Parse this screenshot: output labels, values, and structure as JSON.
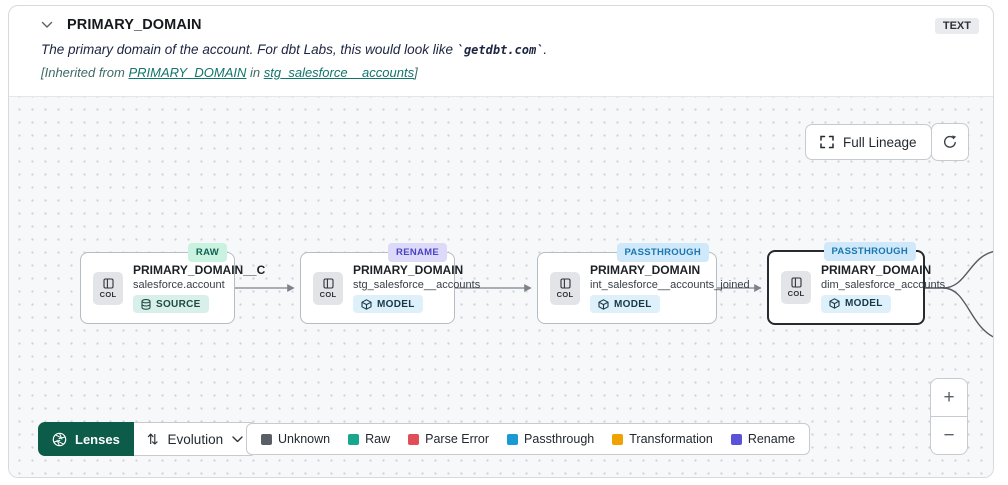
{
  "header": {
    "title": "PRIMARY_DOMAIN",
    "type_badge": "TEXT"
  },
  "description": {
    "text_before": "The primary domain of the account. For dbt Labs, this would look like ",
    "code": "`getdbt.com`",
    "text_after": "."
  },
  "inherited": {
    "prefix": "[Inherited from ",
    "column_link": "PRIMARY_DOMAIN",
    "middle": " in ",
    "model_link": "stg_salesforce__accounts",
    "suffix": "]"
  },
  "toolbar": {
    "full_lineage_label": "Full Lineage"
  },
  "canvas": {
    "nodes": [
      {
        "title": "PRIMARY_DOMAIN__C",
        "subtitle": "salesforce.account",
        "col_label": "COL",
        "type_label": "SOURCE",
        "corner_badge": "RAW"
      },
      {
        "title": "PRIMARY_DOMAIN",
        "subtitle": "stg_salesforce__accounts",
        "col_label": "COL",
        "type_label": "MODEL",
        "corner_badge": "RENAME"
      },
      {
        "title": "PRIMARY_DOMAIN",
        "subtitle": "int_salesforce__accounts_joined",
        "col_label": "COL",
        "type_label": "MODEL",
        "corner_badge": "PASSTHROUGH"
      },
      {
        "title": "PRIMARY_DOMAIN",
        "subtitle": "dim_salesforce_accounts",
        "col_label": "COL",
        "type_label": "MODEL",
        "corner_badge": "PASSTHROUGH"
      }
    ]
  },
  "controls": {
    "lenses_label": "Lenses",
    "lens_selected": "Evolution",
    "evolution_icon_glyph": "⇅",
    "zoom_in": "+",
    "zoom_out": "−"
  },
  "legend": {
    "items": [
      {
        "label": "Unknown",
        "color": "#5a5f66"
      },
      {
        "label": "Raw",
        "color": "#18a68e"
      },
      {
        "label": "Parse Error",
        "color": "#e04f56"
      },
      {
        "label": "Passthrough",
        "color": "#1a9ad2"
      },
      {
        "label": "Transformation",
        "color": "#f0a202"
      },
      {
        "label": "Rename",
        "color": "#5a53d7"
      }
    ]
  }
}
